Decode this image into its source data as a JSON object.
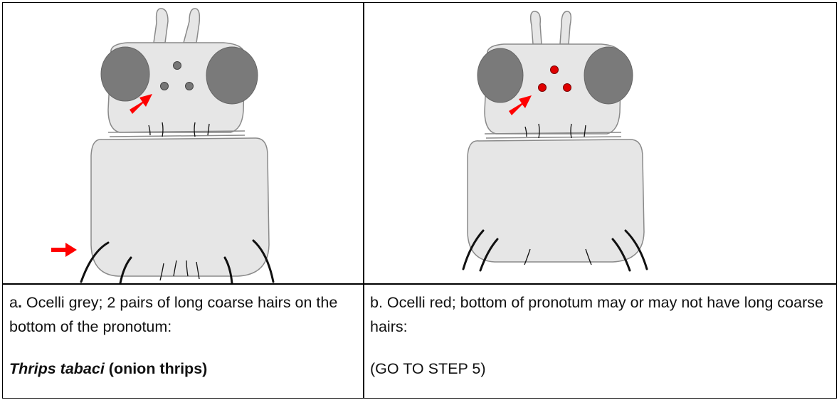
{
  "panel_a": {
    "description_prefix": "a",
    "description_dot": ".",
    "description_rest": " Ocelli grey; 2 pairs of long coarse hairs on the bottom of the pronotum:",
    "answer_species": "Thrips tabaci",
    "answer_common": " (onion thrips)",
    "ocelli_color": "#777777",
    "arrow_color": "#ff0000"
  },
  "panel_b": {
    "description": "b. Ocelli red; bottom of pronotum may or may not have long coarse hairs:",
    "answer": "(GO TO STEP 5)",
    "ocelli_color": "#e00000",
    "arrow_color": "#ff0000"
  },
  "colors": {
    "body_fill": "#e6e6e6",
    "body_stroke": "#8a8a8a",
    "eye_fill": "#7a7a7a",
    "hair": "#111111"
  }
}
